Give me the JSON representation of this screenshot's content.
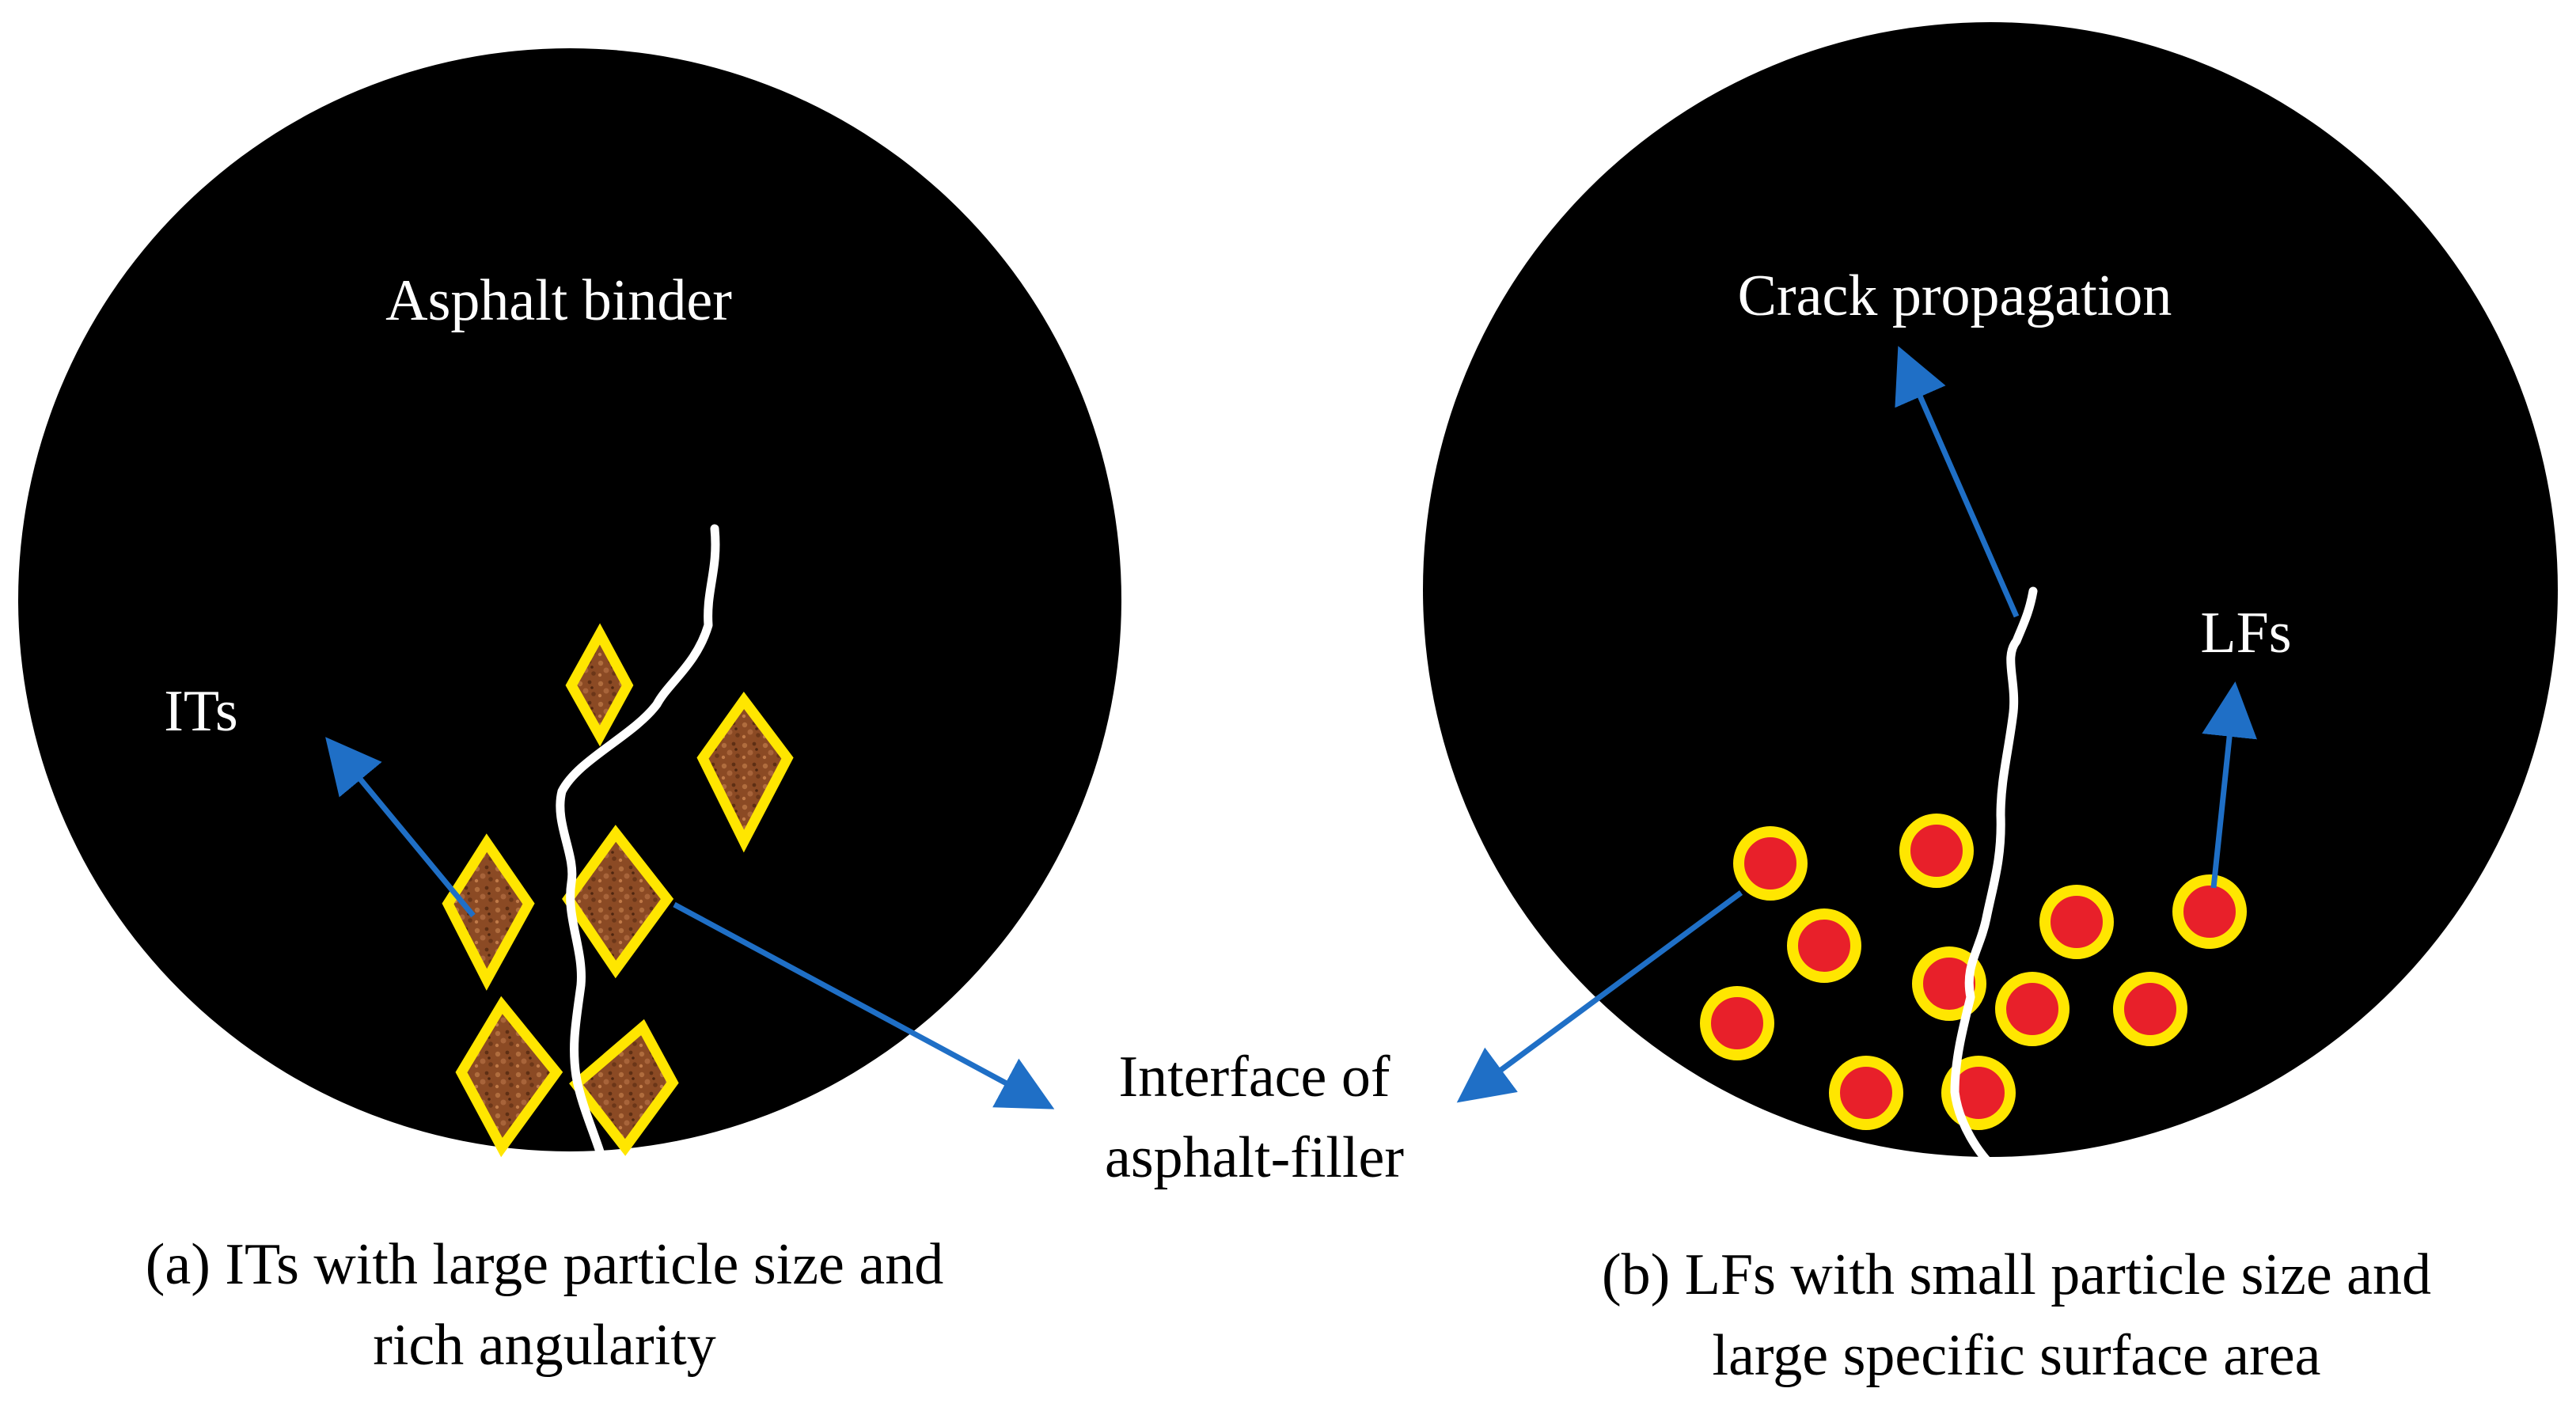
{
  "labels": {
    "asphalt_binder": "Asphalt binder",
    "its": "ITs",
    "crack_propagation": "Crack propagation",
    "lfs": "LFs",
    "interface_line1": "Interface of",
    "interface_line2": "asphalt-filler"
  },
  "captions": {
    "a_line1": "(a) ITs with large particle size and",
    "a_line2": "rich angularity",
    "b_line1": "(b) LFs with small particle size and",
    "b_line2": "large specific surface area"
  },
  "colors": {
    "binder": "#000000",
    "arrow": "#1f6fc6",
    "crack": "#ffffff",
    "filler_outline": "#ffe600",
    "limestone_fill": "#e8202a",
    "iron_tailings_fill": "#8b4a24"
  }
}
